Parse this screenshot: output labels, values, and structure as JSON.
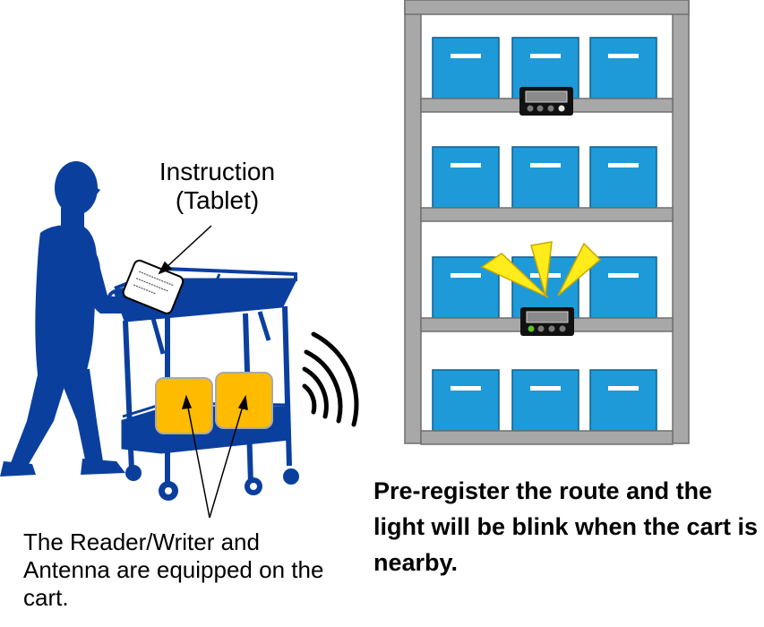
{
  "labels": {
    "instruction": "Instruction",
    "tablet": "(Tablet)",
    "reader_writer": "The Reader/Writer and Antenna are equipped on the cart.",
    "route": "Pre-register the route and the light will be blink when the cart is nearby."
  },
  "shelf": {
    "levels": 4,
    "boxes_per_level": 3,
    "blinking_level": 3
  },
  "colors": {
    "person": "#0b3f9e",
    "cart": "#0b3f9e",
    "box": "#1e9ad8",
    "box_edge": "#0f5f8f",
    "shelf_frame": "#a8a8a8",
    "antenna": "#ffbb00",
    "light_flash": "#ffec1a",
    "led_active": "#58c322"
  }
}
